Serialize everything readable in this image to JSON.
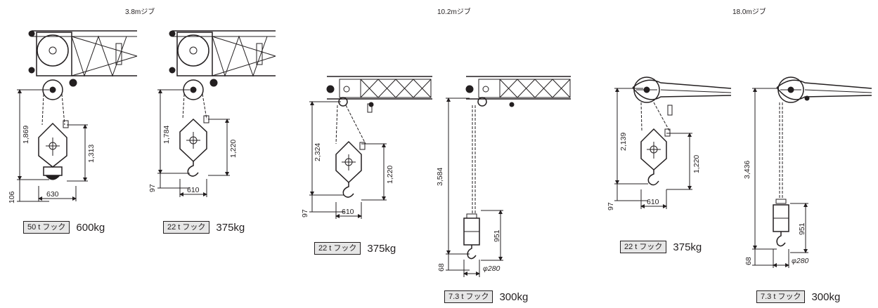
{
  "sections": [
    {
      "title": "3.8mジブ"
    },
    {
      "title": "10.2mジブ"
    },
    {
      "title": "18.0mジブ"
    }
  ],
  "drawings": [
    {
      "dims": {
        "total": "1,869",
        "block": "1,313",
        "bottom": "106",
        "width": "630"
      }
    },
    {
      "dims": {
        "total": "1,784",
        "block": "1,220",
        "bottom": "97",
        "width": "610"
      }
    },
    {
      "dims": {
        "total": "2,324",
        "block": "1,220",
        "bottom": "97",
        "width": "610"
      }
    },
    {
      "dims": {
        "total": "3,584",
        "block": "951",
        "bottom": "68",
        "diameter": "φ280"
      }
    },
    {
      "dims": {
        "total": "2,139",
        "block": "1,220",
        "bottom": "97",
        "width": "610"
      }
    },
    {
      "dims": {
        "total": "3,436",
        "block": "951",
        "bottom": "68",
        "diameter": "φ280"
      }
    }
  ],
  "hooks": [
    {
      "label": "50 t フック",
      "weight": "600kg"
    },
    {
      "label": "22 t フック",
      "weight": "375kg"
    },
    {
      "label": "22 t フック",
      "weight": "375kg"
    },
    {
      "label": "7.3 t フック",
      "weight": "300kg"
    },
    {
      "label": "22 t フック",
      "weight": "375kg"
    },
    {
      "label": "7.3 t フック",
      "weight": "300kg"
    }
  ]
}
